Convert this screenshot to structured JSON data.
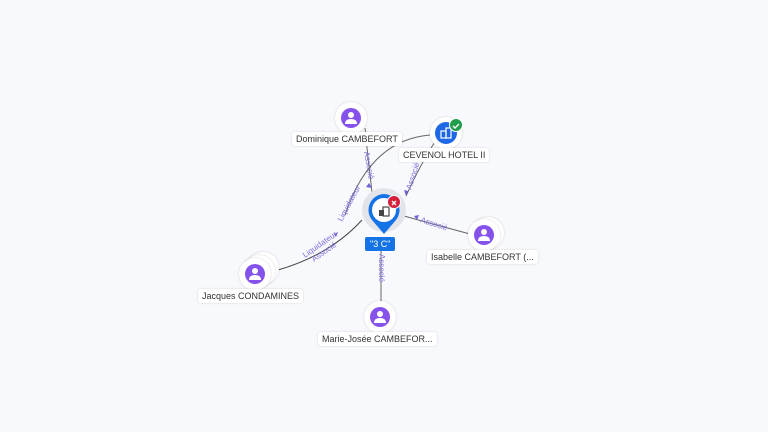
{
  "graph": {
    "center": {
      "label": "\"3 C\"",
      "icon": "building-icon",
      "status": "closed",
      "status_icon": "close-icon",
      "accent": "#1473e6",
      "status_color": "#d51f3b"
    },
    "nodes": [
      {
        "id": "dominique",
        "label": "Dominique CAMBEFORT",
        "type": "person",
        "icon": "person-icon"
      },
      {
        "id": "cevenol",
        "label": "CEVENOL HOTEL II",
        "type": "company",
        "icon": "building-icon",
        "status": "active",
        "status_icon": "check-icon"
      },
      {
        "id": "isabelle",
        "label": "Isabelle CAMBEFORT (...",
        "type": "person",
        "icon": "person-icon"
      },
      {
        "id": "jacques",
        "label": "Jacques CONDAMINES",
        "type": "person",
        "icon": "person-icon"
      },
      {
        "id": "marie",
        "label": "Marie-Josée CAMBEFOR...",
        "type": "person",
        "icon": "person-icon"
      }
    ],
    "edges": [
      {
        "from": "dominique",
        "to": "center",
        "labels": [
          "Associé"
        ]
      },
      {
        "from": "cevenol",
        "to": "center",
        "labels": [
          "Associé"
        ]
      },
      {
        "from": "cevenol",
        "to": "center",
        "labels": [
          "Liquidateur"
        ]
      },
      {
        "from": "isabelle",
        "to": "center",
        "labels": [
          "Associé"
        ]
      },
      {
        "from": "jacques",
        "to": "center",
        "labels": [
          "Liquidateur",
          "Associé"
        ]
      },
      {
        "from": "marie",
        "to": "center",
        "labels": [
          "Associé"
        ]
      }
    ],
    "colors": {
      "person": "#8552ec",
      "company": "#1e68e6",
      "edge_label": "#7a6fe0",
      "active": "#1f9d4a"
    }
  }
}
